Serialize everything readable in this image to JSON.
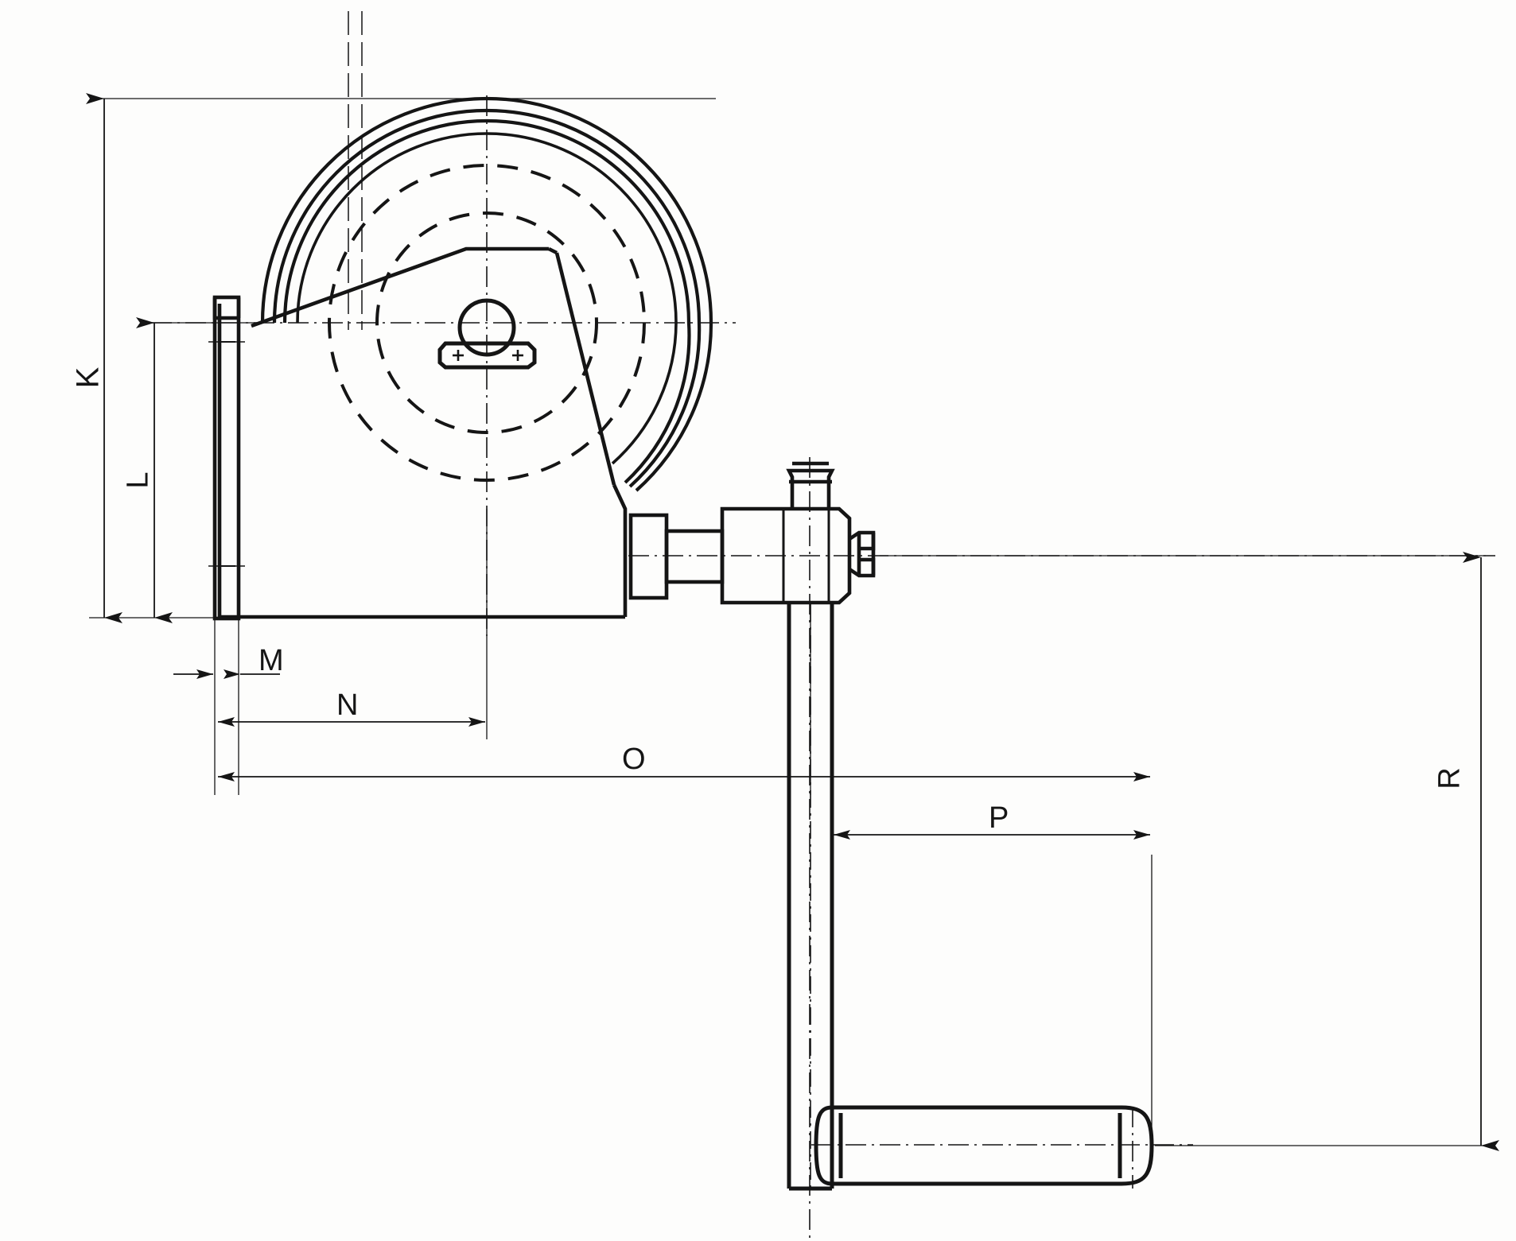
{
  "drawing": {
    "type": "technical-line-drawing",
    "subject": "hand crank hose reel — side elevation with dimension callouts",
    "background_color": "#fdfdfc",
    "line_color": "#151515",
    "dimension_labels": [
      {
        "id": "K",
        "label": "K",
        "orientation": "vertical",
        "description": "overall height of reel drum from top of drum to base of housing"
      },
      {
        "id": "L",
        "label": "L",
        "orientation": "vertical",
        "description": "height from shaft centreline down to base of housing"
      },
      {
        "id": "M",
        "label": "M",
        "orientation": "horizontal",
        "description": "thickness of the mounting plate"
      },
      {
        "id": "N",
        "label": "N",
        "orientation": "horizontal",
        "description": "distance from mounting plate face to drum centreline"
      },
      {
        "id": "O",
        "label": "O",
        "orientation": "horizontal",
        "description": "distance from mounting plate face to crank arm centreline"
      },
      {
        "id": "P",
        "label": "P",
        "orientation": "horizontal",
        "description": "crank handle throw / grip offset"
      },
      {
        "id": "R",
        "label": "R",
        "orientation": "vertical",
        "description": "height from crank shaft centreline down to handle grip centreline"
      }
    ],
    "components": [
      {
        "name": "mounting-plate",
        "description": "vertical flat bar with fixing tab at top, left-hand side"
      },
      {
        "name": "reel-drum",
        "description": "large circular drum shown as three concentric solid arcs"
      },
      {
        "name": "hidden-flange-circles",
        "description": "two dashed hidden circles indicating inner flange diameters"
      },
      {
        "name": "housing-body",
        "description": "rectangular housing with chamfered top-left and bottom-right"
      },
      {
        "name": "bearing-block",
        "description": "pillow block bearing with two fixing holes shown as cross marks"
      },
      {
        "name": "shaft-hub",
        "description": "stepped shaft, collar and hub with grease nipple on top"
      },
      {
        "name": "locking-nut",
        "description": "hex nut at outboard end of shaft"
      },
      {
        "name": "crank-arm",
        "description": "vertical crank arm descending from hub"
      },
      {
        "name": "crank-handle-grip",
        "description": "cylindrical rotating grip at lower end of crank arm"
      }
    ],
    "centre_lines": {
      "style": "dash-dot",
      "description": "chain-dotted centrelines through drum axis, shaft axis, crank arm and handle grip"
    }
  }
}
